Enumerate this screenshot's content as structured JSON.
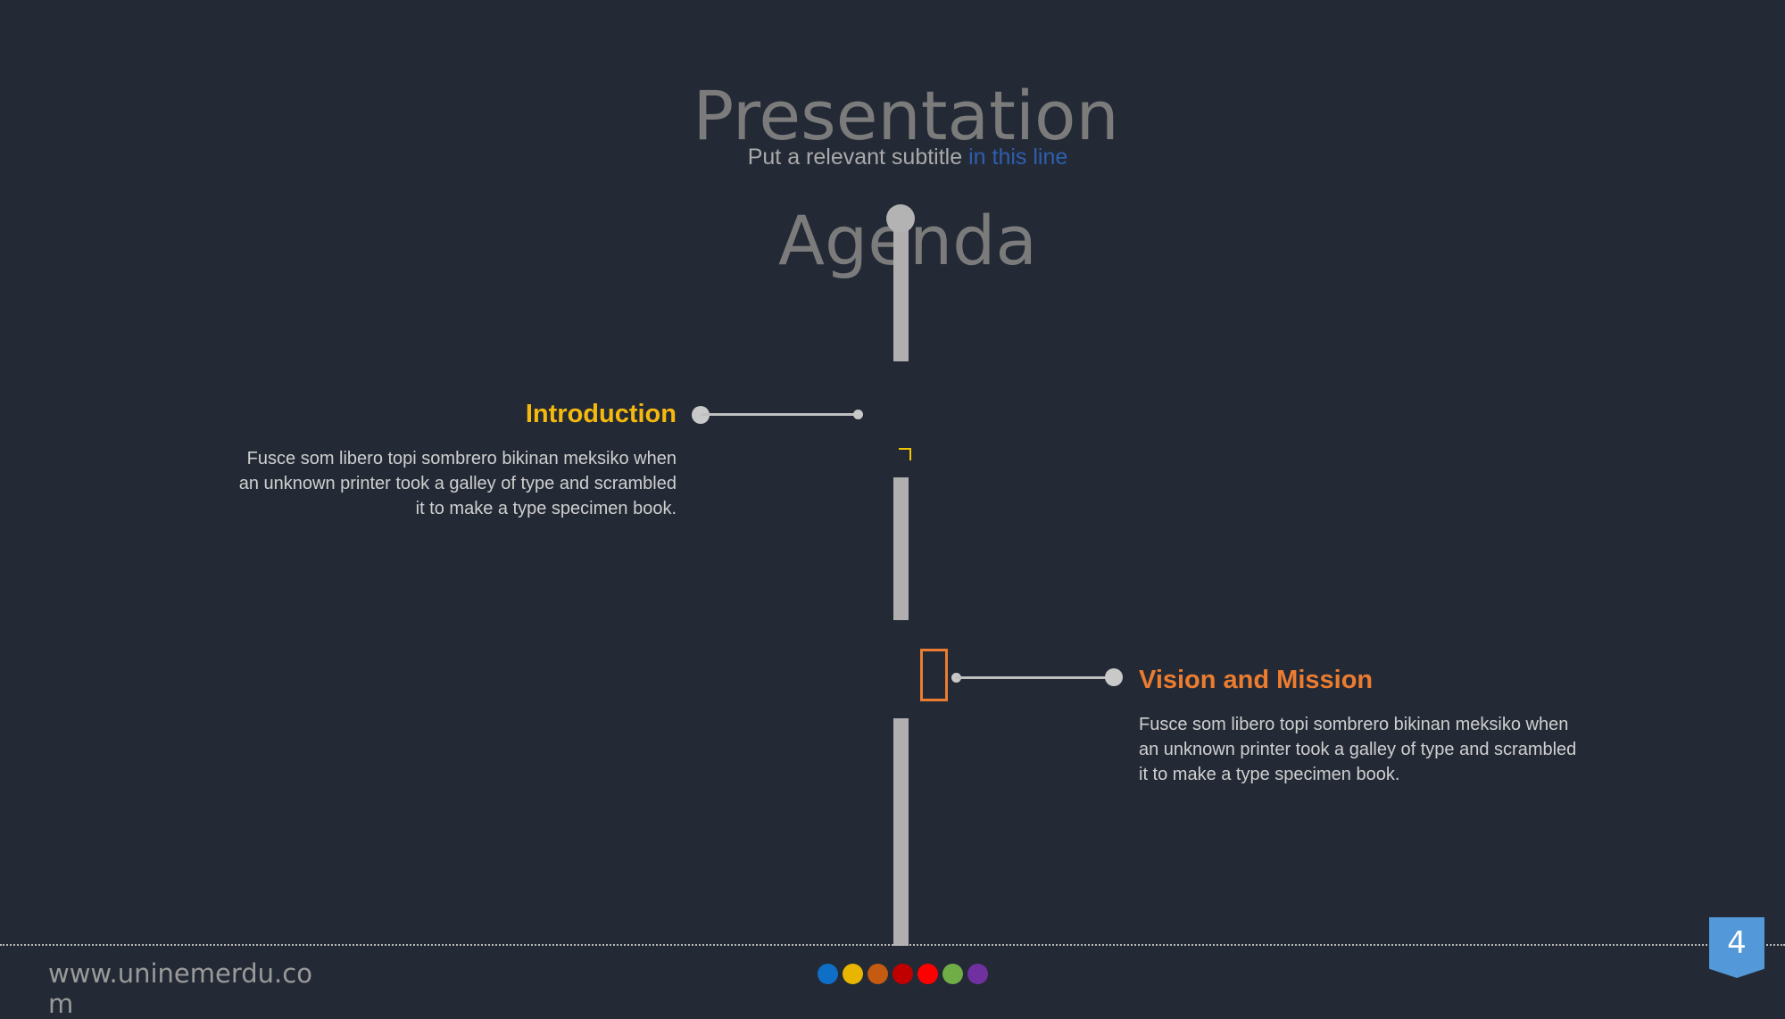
{
  "slide": {
    "title": "Presentation",
    "subtitle_main": "Put a relevant subtitle ",
    "subtitle_accent": "in this line",
    "section_title": "Agenda"
  },
  "items": [
    {
      "title": "Introduction",
      "description": "Fusce som libero topi sombrero bikinan meksiko when an unknown printer took a galley of type and scrambled it to make a type specimen book.",
      "color": "#f5b80d"
    },
    {
      "title": "Vision and Mission",
      "description": "Fusce som libero topi sombrero bikinan meksiko when an unknown printer took a galley of type and scrambled it to make a type specimen book.",
      "color": "#ec7c30"
    }
  ],
  "footer": {
    "url": "www.uninemerdu.com",
    "page_number": "4",
    "palette": [
      "#0f6fc6",
      "#e8b600",
      "#c55a11",
      "#c00000",
      "#ff0000",
      "#70ad47",
      "#7030a0"
    ]
  }
}
